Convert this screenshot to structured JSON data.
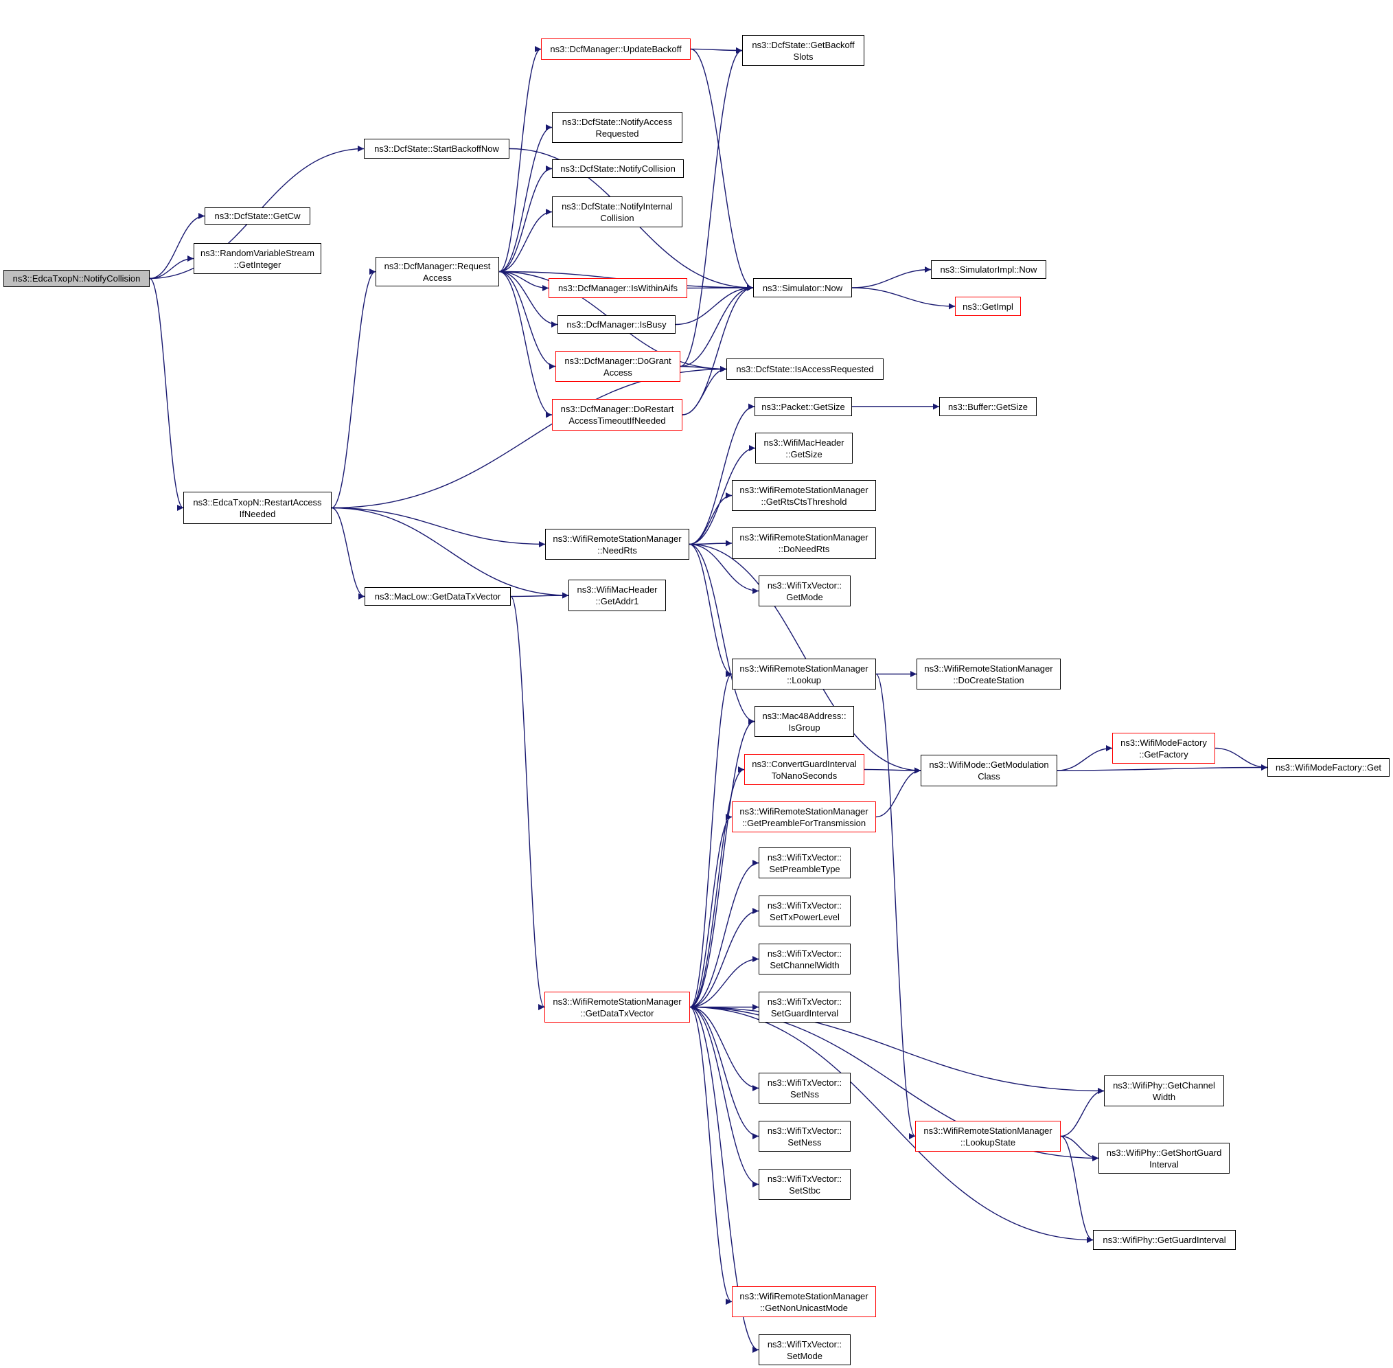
{
  "graph": {
    "edge_color": "#191970",
    "truncated_border_color": "#ff0000",
    "root_fill_color": "#bfbfbf",
    "nodes": [
      {
        "id": "notifycollision",
        "label": "ns3::EdcaTxopN::NotifyCollision",
        "root": true
      },
      {
        "id": "getcw",
        "label": "ns3::DcfState::GetCw"
      },
      {
        "id": "getinteger",
        "label": "ns3::RandomVariableStream\n::GetInteger"
      },
      {
        "id": "startbackoffnow",
        "label": "ns3::DcfState::StartBackoffNow"
      },
      {
        "id": "restartaccess",
        "label": "ns3::EdcaTxopN::RestartAccess\nIfNeeded"
      },
      {
        "id": "requestaccess",
        "label": "ns3::DcfManager::Request\nAccess"
      },
      {
        "id": "updatebackoff",
        "label": "ns3::DcfManager::UpdateBackoff",
        "red": true
      },
      {
        "id": "getbackoffslots",
        "label": "ns3::DcfState::GetBackoff\nSlots"
      },
      {
        "id": "notifyaccessrequested",
        "label": "ns3::DcfState::NotifyAccess\nRequested"
      },
      {
        "id": "dcfnotifycollision",
        "label": "ns3::DcfState::NotifyCollision"
      },
      {
        "id": "notifyinternalcollision",
        "label": "ns3::DcfState::NotifyInternal\nCollision"
      },
      {
        "id": "iswithinaifs",
        "label": "ns3::DcfManager::IsWithinAifs",
        "red": true
      },
      {
        "id": "isbusy",
        "label": "ns3::DcfManager::IsBusy"
      },
      {
        "id": "dograntaccess",
        "label": "ns3::DcfManager::DoGrant\nAccess",
        "red": true
      },
      {
        "id": "dorestart",
        "label": "ns3::DcfManager::DoRestart\nAccessTimeoutIfNeeded",
        "red": true
      },
      {
        "id": "simnow",
        "label": "ns3::Simulator::Now"
      },
      {
        "id": "simimplnow",
        "label": "ns3::SimulatorImpl::Now"
      },
      {
        "id": "getimpl",
        "label": "ns3::GetImpl",
        "red": true
      },
      {
        "id": "isaccessrequested",
        "label": "ns3::DcfState::IsAccessRequested"
      },
      {
        "id": "packetgetsize",
        "label": "ns3::Packet::GetSize"
      },
      {
        "id": "buffergetsize",
        "label": "ns3::Buffer::GetSize"
      },
      {
        "id": "machdrgetsize",
        "label": "ns3::WifiMacHeader\n::GetSize"
      },
      {
        "id": "getrtscts",
        "label": "ns3::WifiRemoteStationManager\n::GetRtsCtsThreshold"
      },
      {
        "id": "needrts",
        "label": "ns3::WifiRemoteStationManager\n::NeedRts"
      },
      {
        "id": "doneedrts",
        "label": "ns3::WifiRemoteStationManager\n::DoNeedRts"
      },
      {
        "id": "txvgetmode",
        "label": "ns3::WifiTxVector::\nGetMode"
      },
      {
        "id": "getdatatxvector_maclow",
        "label": "ns3::MacLow::GetDataTxVector"
      },
      {
        "id": "getaddr1",
        "label": "ns3::WifiMacHeader\n::GetAddr1"
      },
      {
        "id": "lookup",
        "label": "ns3::WifiRemoteStationManager\n::Lookup"
      },
      {
        "id": "docreatestation",
        "label": "ns3::WifiRemoteStationManager\n::DoCreateStation"
      },
      {
        "id": "isgroup",
        "label": "ns3::Mac48Address::\nIsGroup"
      },
      {
        "id": "convertgi",
        "label": "ns3::ConvertGuardInterval\nToNanoSeconds",
        "red": true
      },
      {
        "id": "getmodclass",
        "label": "ns3::WifiMode::GetModulation\nClass"
      },
      {
        "id": "wmfgetfactory",
        "label": "ns3::WifiModeFactory\n::GetFactory",
        "red": true
      },
      {
        "id": "wmfget",
        "label": "ns3::WifiModeFactory::Get"
      },
      {
        "id": "getpreamble",
        "label": "ns3::WifiRemoteStationManager\n::GetPreambleForTransmission",
        "red": true
      },
      {
        "id": "setpreambletype",
        "label": "ns3::WifiTxVector::\nSetPreambleType"
      },
      {
        "id": "settxpowerlevel",
        "label": "ns3::WifiTxVector::\nSetTxPowerLevel"
      },
      {
        "id": "setchannelwidth",
        "label": "ns3::WifiTxVector::\nSetChannelWidth"
      },
      {
        "id": "setguardinterval",
        "label": "ns3::WifiTxVector::\nSetGuardInterval"
      },
      {
        "id": "wrsmgetdatatxvector",
        "label": "ns3::WifiRemoteStationManager\n::GetDataTxVector",
        "red": true
      },
      {
        "id": "setnss",
        "label": "ns3::WifiTxVector::\nSetNss"
      },
      {
        "id": "setness",
        "label": "ns3::WifiTxVector::\nSetNess"
      },
      {
        "id": "setstbc",
        "label": "ns3::WifiTxVector::\nSetStbc"
      },
      {
        "id": "phygetchannelwidth",
        "label": "ns3::WifiPhy::GetChannel\nWidth"
      },
      {
        "id": "lookupstate",
        "label": "ns3::WifiRemoteStationManager\n::LookupState",
        "red": true
      },
      {
        "id": "getshortgi",
        "label": "ns3::WifiPhy::GetShortGuard\nInterval"
      },
      {
        "id": "getguardinterval",
        "label": "ns3::WifiPhy::GetGuardInterval"
      },
      {
        "id": "getnonunicastmode",
        "label": "ns3::WifiRemoteStationManager\n::GetNonUnicastMode",
        "red": true
      },
      {
        "id": "setmode",
        "label": "ns3::WifiTxVector::\nSetMode"
      }
    ],
    "edges": [
      [
        "notifycollision",
        "getcw"
      ],
      [
        "notifycollision",
        "getinteger"
      ],
      [
        "notifycollision",
        "startbackoffnow"
      ],
      [
        "notifycollision",
        "restartaccess"
      ],
      [
        "startbackoffnow",
        "simnow"
      ],
      [
        "restartaccess",
        "requestaccess"
      ],
      [
        "restartaccess",
        "isaccessrequested"
      ],
      [
        "restartaccess",
        "needrts"
      ],
      [
        "restartaccess",
        "getaddr1"
      ],
      [
        "restartaccess",
        "getdatatxvector_maclow"
      ],
      [
        "requestaccess",
        "updatebackoff"
      ],
      [
        "requestaccess",
        "notifyaccessrequested"
      ],
      [
        "requestaccess",
        "dcfnotifycollision"
      ],
      [
        "requestaccess",
        "notifyinternalcollision"
      ],
      [
        "requestaccess",
        "simnow"
      ],
      [
        "requestaccess",
        "iswithinaifs"
      ],
      [
        "requestaccess",
        "isbusy"
      ],
      [
        "requestaccess",
        "dograntaccess"
      ],
      [
        "requestaccess",
        "dorestart"
      ],
      [
        "requestaccess",
        "isaccessrequested"
      ],
      [
        "updatebackoff",
        "getbackoffslots"
      ],
      [
        "updatebackoff",
        "simnow"
      ],
      [
        "iswithinaifs",
        "simnow"
      ],
      [
        "isbusy",
        "simnow"
      ],
      [
        "dograntaccess",
        "getbackoffslots"
      ],
      [
        "dograntaccess",
        "simnow"
      ],
      [
        "dograntaccess",
        "isaccessrequested"
      ],
      [
        "dorestart",
        "simnow"
      ],
      [
        "dorestart",
        "isaccessrequested"
      ],
      [
        "simnow",
        "simimplnow"
      ],
      [
        "simnow",
        "getimpl"
      ],
      [
        "packetgetsize",
        "buffergetsize"
      ],
      [
        "needrts",
        "packetgetsize"
      ],
      [
        "needrts",
        "machdrgetsize"
      ],
      [
        "needrts",
        "getrtscts"
      ],
      [
        "needrts",
        "doneedrts"
      ],
      [
        "needrts",
        "txvgetmode"
      ],
      [
        "needrts",
        "getmodclass"
      ],
      [
        "needrts",
        "lookup"
      ],
      [
        "needrts",
        "isgroup"
      ],
      [
        "getdatatxvector_maclow",
        "getaddr1"
      ],
      [
        "getdatatxvector_maclow",
        "wrsmgetdatatxvector"
      ],
      [
        "lookup",
        "docreatestation"
      ],
      [
        "lookup",
        "lookupstate"
      ],
      [
        "convertgi",
        "getmodclass"
      ],
      [
        "getpreamble",
        "getmodclass"
      ],
      [
        "getmodclass",
        "wmfgetfactory"
      ],
      [
        "getmodclass",
        "wmfget"
      ],
      [
        "wmfgetfactory",
        "wmfget"
      ],
      [
        "wrsmgetdatatxvector",
        "lookup"
      ],
      [
        "wrsmgetdatatxvector",
        "isgroup"
      ],
      [
        "wrsmgetdatatxvector",
        "convertgi"
      ],
      [
        "wrsmgetdatatxvector",
        "getpreamble"
      ],
      [
        "wrsmgetdatatxvector",
        "setpreambletype"
      ],
      [
        "wrsmgetdatatxvector",
        "settxpowerlevel"
      ],
      [
        "wrsmgetdatatxvector",
        "setchannelwidth"
      ],
      [
        "wrsmgetdatatxvector",
        "setguardinterval"
      ],
      [
        "wrsmgetdatatxvector",
        "phygetchannelwidth"
      ],
      [
        "wrsmgetdatatxvector",
        "setnss"
      ],
      [
        "wrsmgetdatatxvector",
        "setness"
      ],
      [
        "wrsmgetdatatxvector",
        "setstbc"
      ],
      [
        "wrsmgetdatatxvector",
        "getshortgi"
      ],
      [
        "wrsmgetdatatxvector",
        "getguardinterval"
      ],
      [
        "wrsmgetdatatxvector",
        "getnonunicastmode"
      ],
      [
        "wrsmgetdatatxvector",
        "setmode"
      ],
      [
        "lookupstate",
        "phygetchannelwidth"
      ],
      [
        "lookupstate",
        "getshortgi"
      ],
      [
        "lookupstate",
        "getguardinterval"
      ]
    ]
  }
}
